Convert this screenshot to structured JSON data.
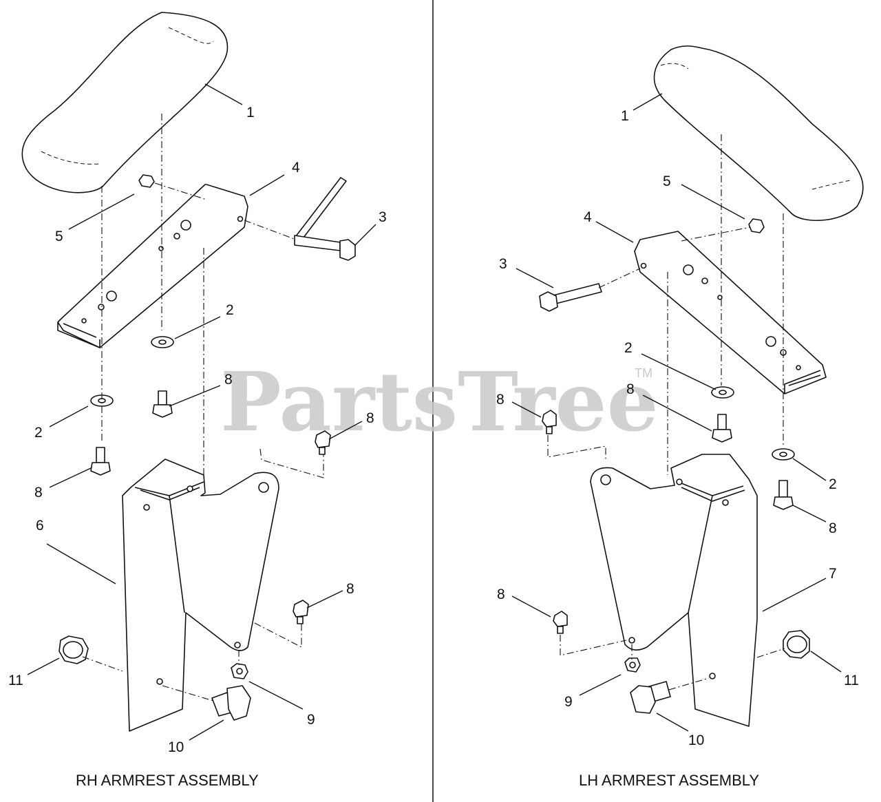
{
  "watermark": {
    "text": "PartsTree",
    "mark": "TM"
  },
  "assemblies": {
    "rh": {
      "caption": "RH ARMREST ASSEMBLY",
      "callouts": [
        "1",
        "4",
        "5",
        "3",
        "2",
        "8",
        "2",
        "8",
        "8",
        "6",
        "8",
        "11",
        "9",
        "10"
      ]
    },
    "lh": {
      "caption": "LH ARMREST ASSEMBLY",
      "callouts": [
        "1",
        "5",
        "4",
        "3",
        "2",
        "8",
        "8",
        "2",
        "8",
        "7",
        "8",
        "11",
        "9",
        "10"
      ]
    }
  }
}
